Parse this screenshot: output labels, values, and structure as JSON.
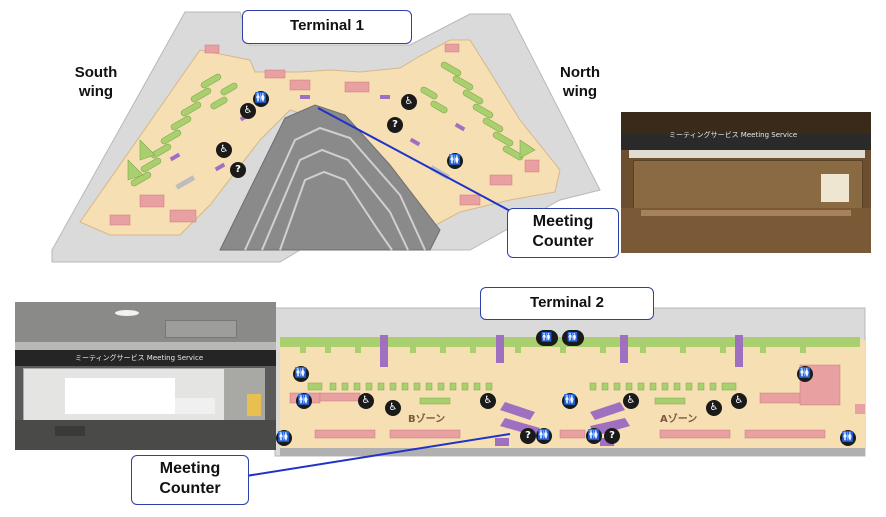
{
  "terminal1": {
    "title": "Terminal 1",
    "south_wing": "South\nwing",
    "north_wing": "North\nwing",
    "meeting_counter": "Meeting\nCounter",
    "photo_sign": "ミーティングサービス  Meeting Service"
  },
  "terminal2": {
    "title": "Terminal 2",
    "meeting_counter": "Meeting\nCounter",
    "photo_sign": "ミーティングサービス   Meeting Service",
    "zone_b": "Bゾーン",
    "zone_a": "Aゾーン"
  },
  "icons": {
    "info": "?",
    "restroom": "🚻",
    "accessible": "♿"
  },
  "colors": {
    "floor": "#f7dfb4",
    "gates_green": "#a9cf6f",
    "shops_pink": "#e8a0a0",
    "purple": "#a070c0",
    "outline": "#c8c8c8",
    "callout_border": "#2f3fa8",
    "pointer_line": "#1f33c8"
  }
}
